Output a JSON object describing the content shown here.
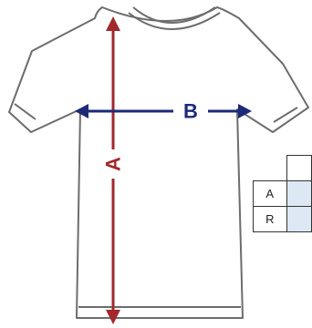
{
  "diagram": {
    "label_a": "A",
    "label_b": "B",
    "colors": {
      "a_arrow": "#a3282c",
      "b_arrow": "#1c2a78",
      "outline": "#6d6d6d",
      "table_value_fill": "#dde8f4"
    }
  },
  "size_table": {
    "rows": [
      {
        "label": "A",
        "value": ""
      },
      {
        "label": "R",
        "value": ""
      }
    ]
  }
}
